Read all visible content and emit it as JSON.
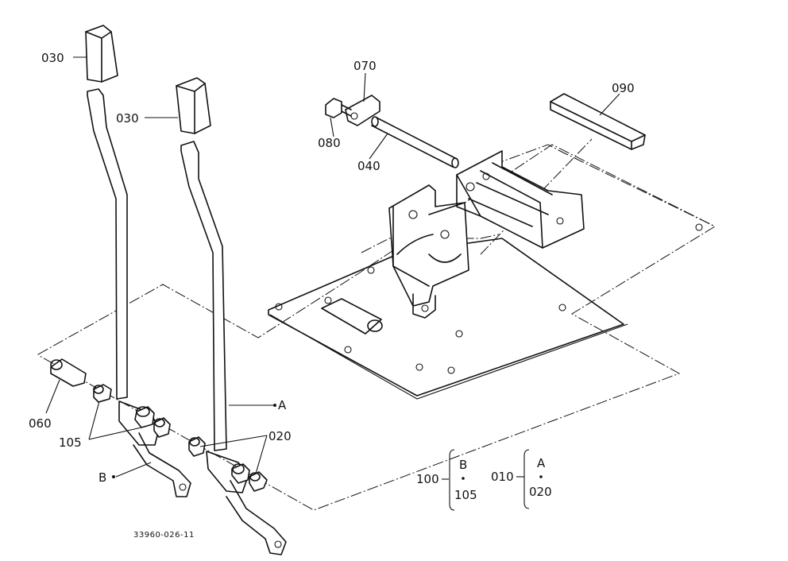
{
  "labels": {
    "knob_left": "030",
    "knob_right": "030",
    "bracket": "070",
    "bolt": "080",
    "shaft": "040",
    "pad": "090",
    "bush_large": "060",
    "bushes": "105",
    "lever_b": "B",
    "lever_a": "A",
    "bush_right": "020"
  },
  "legend": {
    "group_b_number": "100",
    "group_b_letter": "B",
    "group_b_part": "105",
    "group_a_number": "010",
    "group_a_letter": "A",
    "group_a_part": "020"
  },
  "drawing_number": "33960-026-11"
}
